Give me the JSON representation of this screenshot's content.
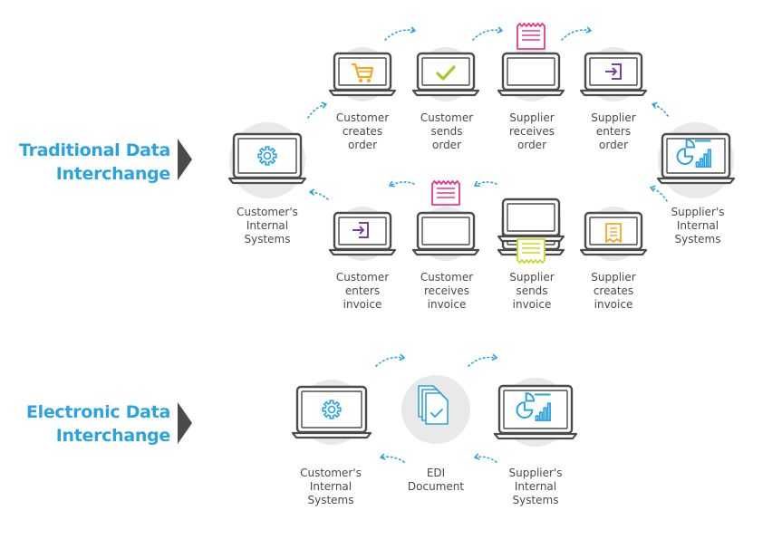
{
  "traditional": {
    "title_line1": "Traditional Data",
    "title_line2": "Interchange",
    "customer_systems": "Customer's|Internal|Systems",
    "supplier_systems": "Supplier's|Internal|Systems",
    "order_steps": [
      {
        "label": "Customer|creates|order",
        "icon": "shopping-cart-icon"
      },
      {
        "label": "Customer|sends|order",
        "icon": "checkmark-icon"
      },
      {
        "label": "Supplier|receives|order",
        "icon": "receipt-icon"
      },
      {
        "label": "Supplier|enters|order",
        "icon": "enter-arrow-icon"
      }
    ],
    "invoice_steps": [
      {
        "label": "Customer|enters|invoice",
        "icon": "enter-arrow-icon"
      },
      {
        "label": "Customer|receives|invoice",
        "icon": "receipt-icon"
      },
      {
        "label": "Supplier|sends|invoice",
        "icon": "receipt-icon"
      },
      {
        "label": "Supplier|creates|invoice",
        "icon": "invoice-icon"
      }
    ]
  },
  "electronic": {
    "title_line1": "Electronic Data",
    "title_line2": "Interchange",
    "customer_systems": "Customer's|Internal|Systems",
    "edi_document": "EDI|Document",
    "supplier_systems": "Supplier's|Internal|Systems"
  },
  "colors": {
    "heading": "#2aa3e0",
    "laptop_outline": "#4b4b4b",
    "arrow": "#2aa3e0",
    "cart": "#f5a623",
    "check": "#a5c82a",
    "receipt_pink": "#e8368f",
    "enter_purple": "#7b3fa0",
    "receipt_green": "#c7d92b",
    "invoice_orange": "#f5a623",
    "gear_blue": "#2aa3e0",
    "circle_bg": "#e9e9e9"
  }
}
